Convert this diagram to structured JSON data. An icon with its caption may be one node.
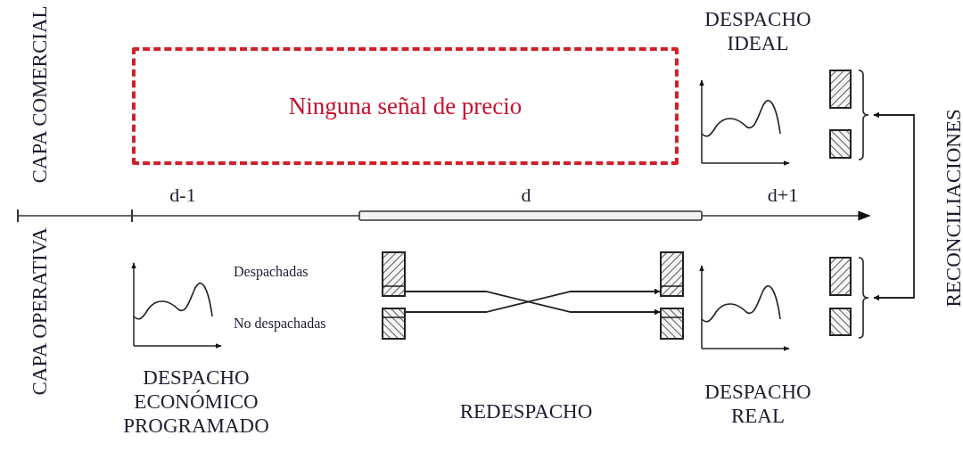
{
  "diagram": {
    "nodes": [
      {
        "text": [
          "Ninguna señal de precio"
        ]
      },
      {
        "text": [],
        "shape": "bar"
      },
      {
        "text": [],
        "shape": "bar"
      },
      {
        "text": [],
        "shape": "bar"
      },
      {
        "text": [],
        "shape": "bar"
      },
      {
        "text": [],
        "shape": "bar"
      },
      {
        "text": [],
        "shape": "bar"
      },
      {
        "text": [],
        "shape": "bar"
      },
      {
        "text": [],
        "shape": "bar"
      },
      {
        "text": [],
        "shape": "bracket"
      },
      {
        "text": [],
        "shape": "bracket"
      }
    ],
    "edges": [
      {
        "from": 1,
        "to": 4,
        "arrow": "to"
      },
      {
        "from": 2,
        "to": 3,
        "arrow": "to"
      },
      {
        "from": null,
        "to": 9,
        "arrow": "to"
      },
      {
        "from": null,
        "to": 10,
        "arrow": "to"
      }
    ],
    "labels": [
      "CAPA COMERCIAL",
      "CAPA OPERATIVA",
      "DESPACHO IDEAL",
      "d-1",
      "d",
      "d+1",
      "Despachadas",
      "No despachadas",
      "DESPACHO ECONÓMICO PROGRAMADO",
      "REDESPACHO",
      "DESPACHO REAL",
      "RECONCILIACIONES"
    ]
  }
}
